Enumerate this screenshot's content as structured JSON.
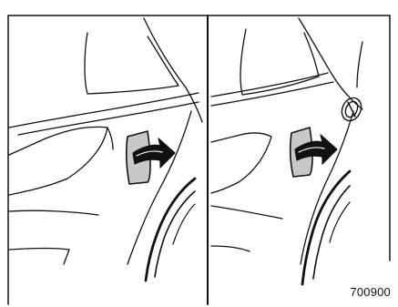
{
  "figure": {
    "code": "700900",
    "stroke_color": "#111111",
    "flap_fill": "#c8c8c8",
    "arrow_fill": "#111111",
    "background": "#ffffff"
  },
  "panels": [
    {
      "id": "left",
      "content": "rear-quarter-sketch-with-open-flap-and-arrow"
    },
    {
      "id": "right",
      "content": "rear-quarter-sketch-with-open-flap-arrow-and-fuel-cap"
    }
  ]
}
